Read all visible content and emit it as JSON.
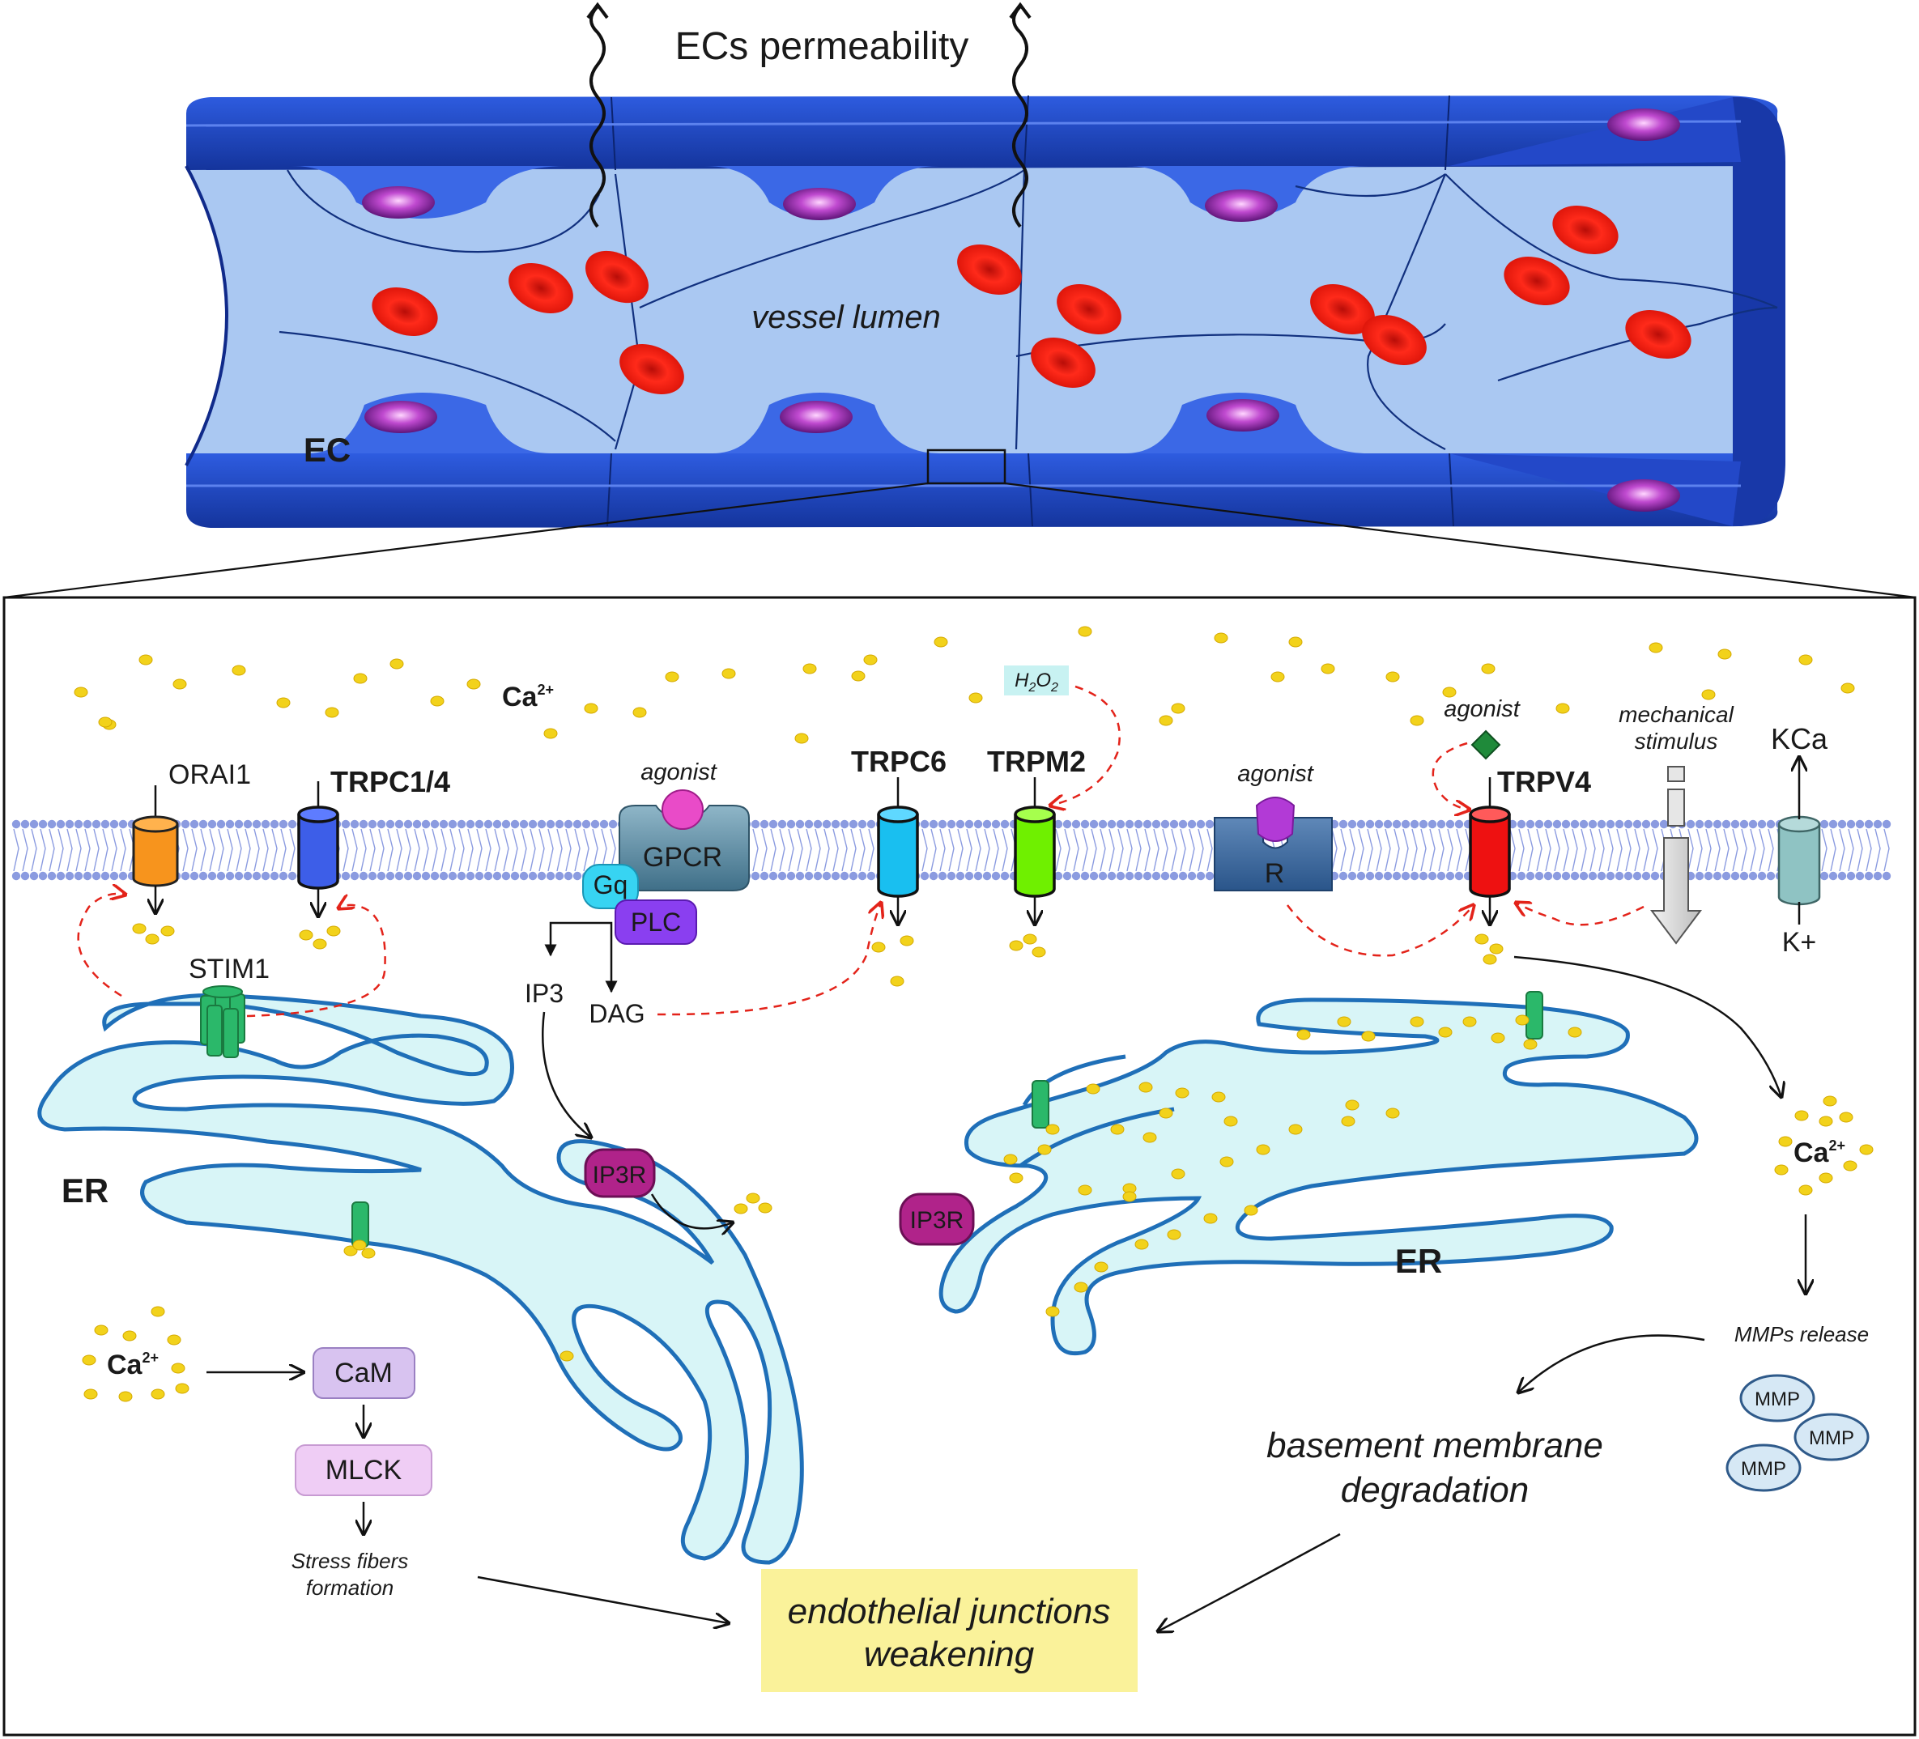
{
  "top": {
    "title": "ECs permeability",
    "lumen_label": "vessel lumen",
    "ec_label": "EC"
  },
  "channels": {
    "orai1": "ORAI1",
    "trpc14": "TRPC1/4",
    "gpcr": "GPCR",
    "gq": "Gq",
    "plc": "PLC",
    "agonist_gpcr": "agonist",
    "trpc6": "TRPC6",
    "trpm2": "TRPM2",
    "h2o2": "H",
    "h2o2_sub1": "2",
    "h2o2_o": "O",
    "h2o2_sub2": "2",
    "agonist_r": "agonist",
    "receptor": "R",
    "agonist_trpv4": "agonist",
    "trpv4": "TRPV4",
    "mech_line1": "mechanical",
    "mech_line2": "stimulus",
    "kca": "KCa",
    "kplus": "K+"
  },
  "ca": {
    "top_base": "Ca",
    "top_sup": "2+",
    "left_base": "Ca",
    "left_sup": "2+",
    "right_base": "Ca",
    "right_sup": "2+"
  },
  "left": {
    "stim1": "STIM1",
    "ip3": "IP3",
    "dag": "DAG",
    "er": "ER",
    "ip3r": "IP3R",
    "cam": "CaM",
    "mlck": "MLCK",
    "stress_line1": "Stress fibers",
    "stress_line2": "formation"
  },
  "right": {
    "ip3r": "IP3R",
    "er": "ER",
    "mmps_release": "MMPs release",
    "mmp1": "MMP",
    "mmp2": "MMP",
    "mmp3": "MMP",
    "bm_line1": "basement membrane",
    "bm_line2": "degradation"
  },
  "outcome": {
    "line1": "endothelial junctions",
    "line2": "weakening"
  },
  "colors": {
    "vessel": "#1f46c7",
    "vessel_dark": "#102a8a",
    "lumen": "#aac8f2",
    "rbc": "#e81a10",
    "nucleus": "#8a1f9c",
    "ca_dot": "#f2d21b",
    "membrane": "#8b9be0",
    "er_fill": "#d8f5f7",
    "orai1": "#f7941d",
    "trpc14": "#3d5ee8",
    "trpc6": "#19bff0",
    "trpm2": "#6ff000",
    "trpv4": "#ee1111",
    "kca": "#8fc3c3",
    "gpcr": "#5d8da6",
    "cam": "#d8c3f0",
    "mlck": "#efcdf5",
    "outcome_box": "#faf29a",
    "red_dash": "#e3231a"
  }
}
